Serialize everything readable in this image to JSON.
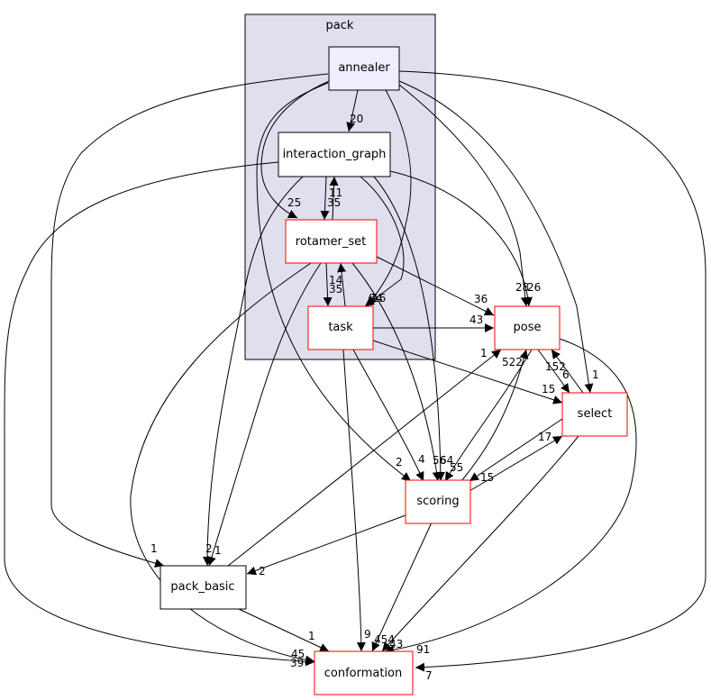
{
  "cluster": {
    "label": "pack"
  },
  "colors": {
    "cluster_fill": "#dfdfee",
    "cluster_stroke": "#000000",
    "highlight_fill": "#eeeeff",
    "node_fill": "#ffffff",
    "red_border": "#ff0000",
    "black_border": "#000000",
    "edge": "#000000"
  },
  "nodes": {
    "annealer": "annealer",
    "interaction_graph": "interaction_graph",
    "rotamer_set": "rotamer_set",
    "task": "task",
    "pose": "pose",
    "select": "select",
    "scoring": "scoring",
    "pack_basic": "pack_basic",
    "conformation": "conformation"
  },
  "edges": {
    "annealer_interaction_graph": "20",
    "annealer_rotamer_set": "25",
    "annealer_task": "16",
    "annealer_pose": "26",
    "annealer_pose_2": "28",
    "annealer_select": "1",
    "annealer_pack_basic": "1",
    "annealer_scoring": "2",
    "annealer_conformation": "7",
    "ig_rotamer_set": "35",
    "rotamer_set_ig": "11",
    "ig_pose": "36",
    "ig_task": "8",
    "ig_scoring": "56",
    "ig_pack_basic": "2",
    "ig_conformation": "39",
    "rotamer_set_task": "35",
    "task_rotamer_set": "14",
    "rotamer_set_pose": "4",
    "rotamer_set_scoring": "64",
    "rotamer_set_pack_basic": "1",
    "rotamer_set_conformation": "45",
    "task_pose": "43",
    "task_select": "15",
    "task_scoring": "4",
    "task_conformation": "9",
    "pose_select": "152",
    "select_pose": "6",
    "pose_scoring": "55",
    "scoring_pose": "522",
    "pose_conformation": "91",
    "select_scoring": "15",
    "scoring_select": "17",
    "select_conformation": "43",
    "scoring_pack_basic": "2",
    "scoring_conformation": "454",
    "pack_basic_pose": "1",
    "pack_basic_conformation": "1"
  }
}
